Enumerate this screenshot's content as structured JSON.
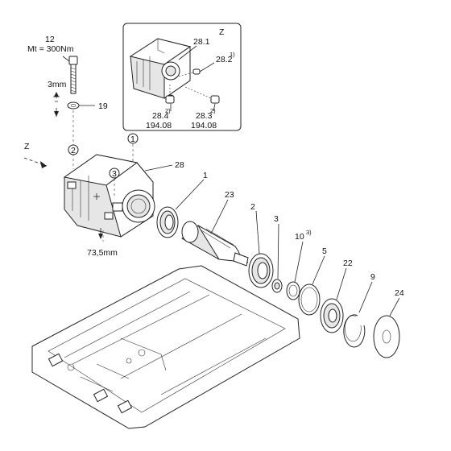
{
  "view_label": "Z",
  "direction_label": "Z",
  "detail_box": {
    "label": "Z",
    "items": [
      {
        "id": "28.1",
        "text": "28.1",
        "sup": ""
      },
      {
        "id": "28.2",
        "text": "28.2",
        "sup": "1)"
      },
      {
        "id": "28.4",
        "text": "28.4",
        "sup": "2)"
      },
      {
        "id": "28.3",
        "text": "28.3",
        "sup": "2)"
      },
      {
        "id": "194.08a",
        "text": "194.08",
        "sup": ""
      },
      {
        "id": "194.08b",
        "text": "194.08",
        "sup": ""
      }
    ]
  },
  "bolt": {
    "number": "12",
    "torque": "Mt = 300Nm",
    "gap": "3mm",
    "washer": "19"
  },
  "circled_markers": [
    "1",
    "2",
    "3"
  ],
  "dimension": "73,5mm",
  "part_labels": [
    {
      "id": "p28",
      "text": "28",
      "sup": ""
    },
    {
      "id": "p1",
      "text": "1",
      "sup": ""
    },
    {
      "id": "p23",
      "text": "23",
      "sup": ""
    },
    {
      "id": "p2",
      "text": "2",
      "sup": ""
    },
    {
      "id": "p3",
      "text": "3",
      "sup": ""
    },
    {
      "id": "p10",
      "text": "10",
      "sup": "3)"
    },
    {
      "id": "p5",
      "text": "5",
      "sup": ""
    },
    {
      "id": "p22",
      "text": "22",
      "sup": ""
    },
    {
      "id": "p9",
      "text": "9",
      "sup": ""
    },
    {
      "id": "p24",
      "text": "24",
      "sup": ""
    }
  ]
}
